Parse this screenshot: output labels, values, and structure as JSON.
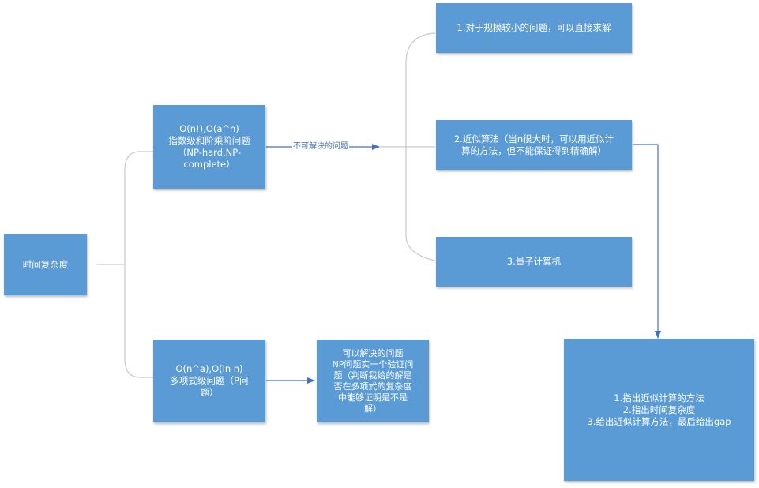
{
  "colors": {
    "box_fill": "#5b9bd5",
    "box_text": "#ffffff",
    "connector": "#c9c9c9",
    "arrow": "#4472c4"
  },
  "nodes": {
    "root": "时间复杂度",
    "exponential": "O(n!),O(a^n)\n指数级和阶乘阶问题\n（NP-hard,NP-\ncomplete）",
    "polynomial": "O(n^a),O(ln n)\n多项式级问题（P问\n题）",
    "solvable": "可以解决的问题\nNP问题实一个验证问\n题（判断我给的解是\n否在多项式的复杂度\n中能够证明是不是\n解）",
    "small_scale": "1.对于规模较小的问题，可以直接求解",
    "approximation": "2.近似算法（当n很大时，可以用近似计\n算的方法，但不能保证得到精确解）",
    "quantum": "3.量子计算机",
    "steps": "1.指出近似计算的方法\n2.指出时间复杂度\n3.给出近似计算方法，最后给出gap"
  },
  "edge_labels": {
    "unsolvable": "不可解决的问题"
  }
}
